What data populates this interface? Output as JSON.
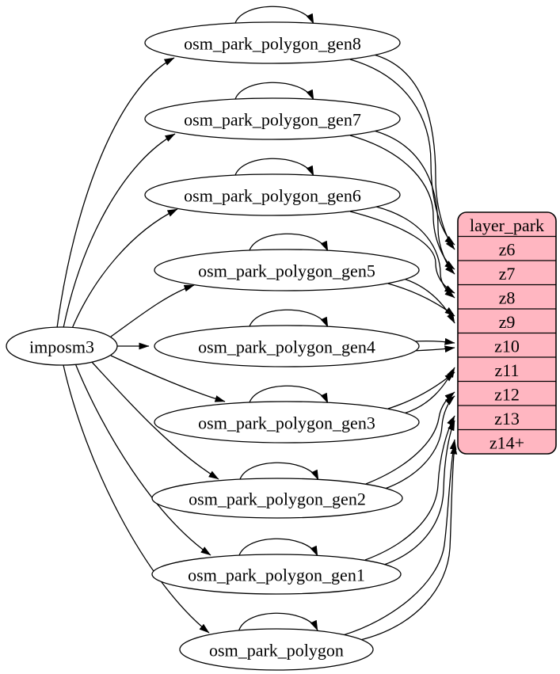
{
  "diagram": {
    "colors": {
      "background": "#ffffff",
      "node_fill": "#ffffff",
      "node_stroke": "#000000",
      "edge": "#000000",
      "layer_fill": "#ffb6c1",
      "text": "#000000"
    },
    "nodes": [
      {
        "id": "imposm3",
        "label": "imposm3",
        "type": "source"
      },
      {
        "id": "gen8",
        "label": "osm_park_polygon_gen8",
        "type": "table"
      },
      {
        "id": "gen7",
        "label": "osm_park_polygon_gen7",
        "type": "table"
      },
      {
        "id": "gen6",
        "label": "osm_park_polygon_gen6",
        "type": "table"
      },
      {
        "id": "gen5",
        "label": "osm_park_polygon_gen5",
        "type": "table"
      },
      {
        "id": "gen4",
        "label": "osm_park_polygon_gen4",
        "type": "table"
      },
      {
        "id": "gen3",
        "label": "osm_park_polygon_gen3",
        "type": "table"
      },
      {
        "id": "gen2",
        "label": "osm_park_polygon_gen2",
        "type": "table"
      },
      {
        "id": "gen1",
        "label": "osm_park_polygon_gen1",
        "type": "table"
      },
      {
        "id": "park",
        "label": "osm_park_polygon",
        "type": "table"
      }
    ],
    "layer": {
      "id": "layer_park",
      "title": "layer_park",
      "rows": [
        "z6",
        "z7",
        "z8",
        "z9",
        "z10",
        "z11",
        "z12",
        "z13",
        "z14+"
      ]
    },
    "edges": [
      {
        "id": "imposm3-gen8",
        "from": "imposm3",
        "to": "osm_park_polygon_gen8"
      },
      {
        "id": "imposm3-gen7",
        "from": "imposm3",
        "to": "osm_park_polygon_gen7"
      },
      {
        "id": "imposm3-gen6",
        "from": "imposm3",
        "to": "osm_park_polygon_gen6"
      },
      {
        "id": "imposm3-gen5",
        "from": "imposm3",
        "to": "osm_park_polygon_gen5"
      },
      {
        "id": "imposm3-gen4",
        "from": "imposm3",
        "to": "osm_park_polygon_gen4"
      },
      {
        "id": "imposm3-gen3",
        "from": "imposm3",
        "to": "osm_park_polygon_gen3"
      },
      {
        "id": "imposm3-gen2",
        "from": "imposm3",
        "to": "osm_park_polygon_gen2"
      },
      {
        "id": "imposm3-gen1",
        "from": "imposm3",
        "to": "osm_park_polygon_gen1"
      },
      {
        "id": "imposm3-park",
        "from": "imposm3",
        "to": "osm_park_polygon"
      },
      {
        "id": "loop-gen8",
        "from": "osm_park_polygon_gen8",
        "to": "osm_park_polygon_gen8"
      },
      {
        "id": "loop-gen7",
        "from": "osm_park_polygon_gen7",
        "to": "osm_park_polygon_gen7"
      },
      {
        "id": "loop-gen6",
        "from": "osm_park_polygon_gen6",
        "to": "osm_park_polygon_gen6"
      },
      {
        "id": "loop-gen5",
        "from": "osm_park_polygon_gen5",
        "to": "osm_park_polygon_gen5"
      },
      {
        "id": "loop-gen4",
        "from": "osm_park_polygon_gen4",
        "to": "osm_park_polygon_gen4"
      },
      {
        "id": "loop-gen3",
        "from": "osm_park_polygon_gen3",
        "to": "osm_park_polygon_gen3"
      },
      {
        "id": "loop-gen2",
        "from": "osm_park_polygon_gen2",
        "to": "osm_park_polygon_gen2"
      },
      {
        "id": "loop-gen1",
        "from": "osm_park_polygon_gen1",
        "to": "osm_park_polygon_gen1"
      },
      {
        "id": "loop-park",
        "from": "osm_park_polygon",
        "to": "osm_park_polygon"
      },
      {
        "id": "gen8-z6-a",
        "from": "osm_park_polygon_gen8",
        "to": "layer_park:z6"
      },
      {
        "id": "gen8-z6-b",
        "from": "osm_park_polygon_gen8",
        "to": "layer_park:z6"
      },
      {
        "id": "gen7-z7-a",
        "from": "osm_park_polygon_gen7",
        "to": "layer_park:z7"
      },
      {
        "id": "gen7-z7-b",
        "from": "osm_park_polygon_gen7",
        "to": "layer_park:z7"
      },
      {
        "id": "gen6-z8-a",
        "from": "osm_park_polygon_gen6",
        "to": "layer_park:z8"
      },
      {
        "id": "gen6-z8-b",
        "from": "osm_park_polygon_gen6",
        "to": "layer_park:z8"
      },
      {
        "id": "gen5-z9-a",
        "from": "osm_park_polygon_gen5",
        "to": "layer_park:z9"
      },
      {
        "id": "gen5-z9-b",
        "from": "osm_park_polygon_gen5",
        "to": "layer_park:z9"
      },
      {
        "id": "gen4-z10-a",
        "from": "osm_park_polygon_gen4",
        "to": "layer_park:z10"
      },
      {
        "id": "gen4-z10-b",
        "from": "osm_park_polygon_gen4",
        "to": "layer_park:z10"
      },
      {
        "id": "gen3-z11-a",
        "from": "osm_park_polygon_gen3",
        "to": "layer_park:z11"
      },
      {
        "id": "gen3-z11-b",
        "from": "osm_park_polygon_gen3",
        "to": "layer_park:z11"
      },
      {
        "id": "gen2-z12-a",
        "from": "osm_park_polygon_gen2",
        "to": "layer_park:z12"
      },
      {
        "id": "gen2-z12-b",
        "from": "osm_park_polygon_gen2",
        "to": "layer_park:z12"
      },
      {
        "id": "gen1-z13-a",
        "from": "osm_park_polygon_gen1",
        "to": "layer_park:z13"
      },
      {
        "id": "gen1-z13-b",
        "from": "osm_park_polygon_gen1",
        "to": "layer_park:z13"
      },
      {
        "id": "park-z14-a",
        "from": "osm_park_polygon",
        "to": "layer_park:z14+"
      },
      {
        "id": "park-z14-b",
        "from": "osm_park_polygon",
        "to": "layer_park:z14+"
      }
    ]
  }
}
